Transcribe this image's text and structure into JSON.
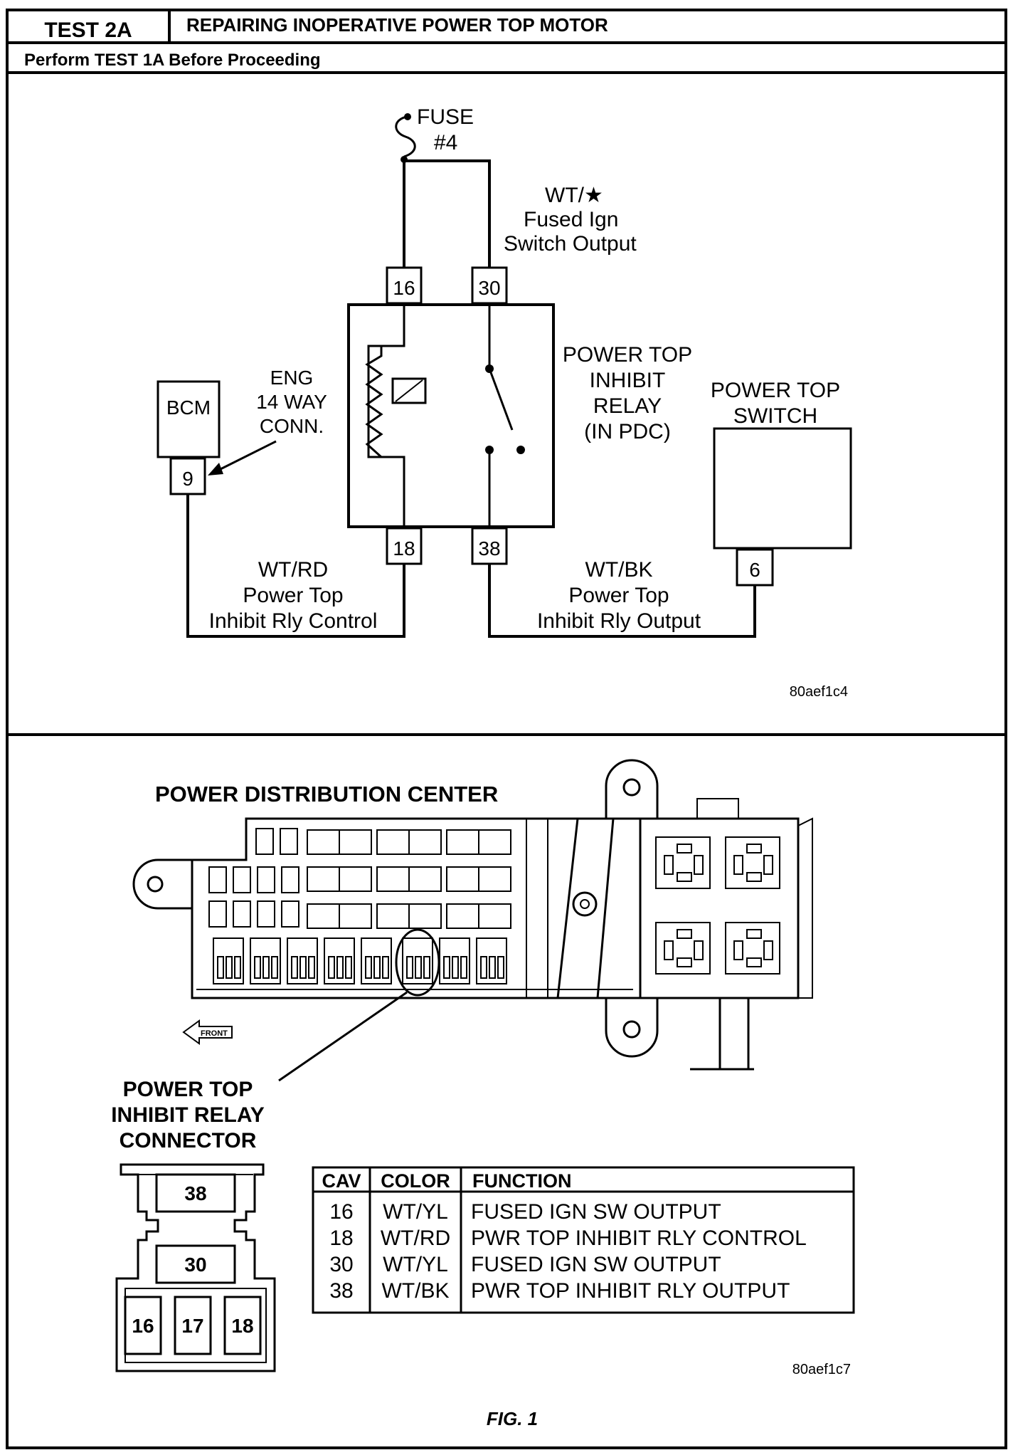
{
  "header": {
    "test_id": "TEST 2A",
    "title": "REPAIRING INOPERATIVE POWER TOP MOTOR",
    "prereq": "Perform TEST 1A Before Proceeding"
  },
  "schematic": {
    "fuse_label": "FUSE",
    "fuse_number": "#4",
    "feed_wire_color": "WT/★",
    "feed_wire_desc_1": "Fused Ign",
    "feed_wire_desc_2": "Switch Output",
    "relay_pins": [
      "16",
      "30",
      "18",
      "38"
    ],
    "relay_label": [
      "POWER TOP",
      "INHIBIT",
      "RELAY",
      "(IN PDC)"
    ],
    "bcm_label": "BCM",
    "bcm_pin": "9",
    "conn_label": [
      "ENG",
      "14 WAY",
      "CONN."
    ],
    "switch_label": [
      "POWER TOP",
      "SWITCH"
    ],
    "switch_pin": "6",
    "control_wire": [
      "WT/RD",
      "Power Top",
      "Inhibit Rly Control"
    ],
    "output_wire": [
      "WT/BK",
      "Power Top",
      "Inhibit Rly Output"
    ],
    "figure_id": "80aef1c4"
  },
  "pdc": {
    "title": "POWER DISTRIBUTION CENTER",
    "front_label": "FRONT",
    "callout": [
      "POWER TOP",
      "INHIBIT RELAY",
      "CONNECTOR"
    ]
  },
  "connector": {
    "cavities": [
      "38",
      "30",
      "16",
      "17",
      "18"
    ]
  },
  "table": {
    "headers": [
      "CAV",
      "COLOR",
      "FUNCTION"
    ],
    "rows": [
      {
        "cav": "16",
        "color": "WT/YL",
        "function": "FUSED IGN SW OUTPUT"
      },
      {
        "cav": "18",
        "color": "WT/RD",
        "function": "PWR TOP INHIBIT RLY CONTROL"
      },
      {
        "cav": "30",
        "color": "WT/YL",
        "function": "FUSED IGN SW OUTPUT"
      },
      {
        "cav": "38",
        "color": "WT/BK",
        "function": "PWR TOP INHIBIT RLY OUTPUT"
      }
    ]
  },
  "figure_id_2": "80aef1c7",
  "caption": "FIG. 1"
}
